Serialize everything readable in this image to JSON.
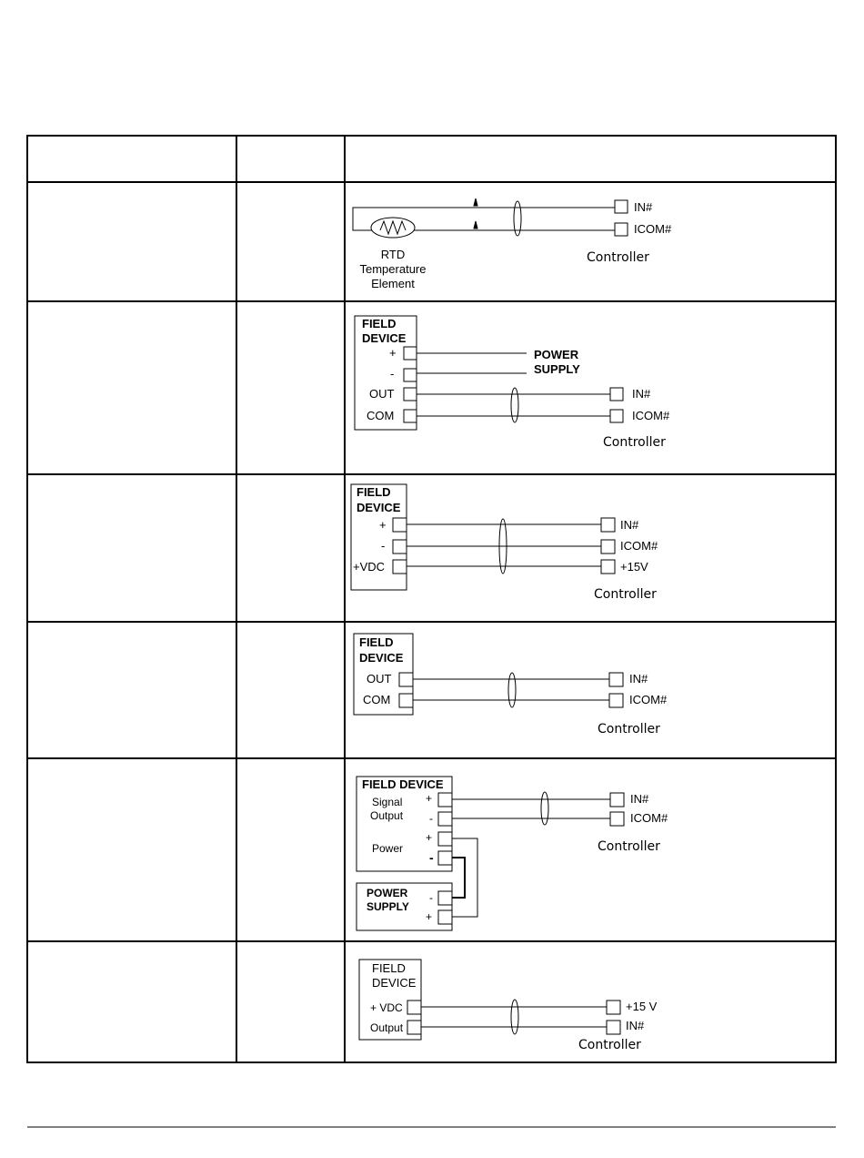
{
  "rows": [
    {
      "kind": "rtd",
      "rtd_label_1": "RTD",
      "rtd_label_2": "Temperature",
      "rtd_label_3": "Element",
      "terminal_in": "IN#",
      "terminal_icom": "ICOM#",
      "controller": "Controller"
    },
    {
      "kind": "four-wire",
      "device_title_1": "FIELD",
      "device_title_2": "DEVICE",
      "plus": "+",
      "minus": "-",
      "out": "OUT",
      "com": "COM",
      "power_1": "POWER",
      "power_2": "SUPPLY",
      "terminal_in": "IN#",
      "terminal_icom": "ICOM#",
      "controller": "Controller"
    },
    {
      "kind": "three-wire",
      "device_title_1": "FIELD",
      "device_title_2": "DEVICE",
      "plus": "+",
      "minus": "-",
      "vdc": "+VDC",
      "terminal_in": "IN#",
      "terminal_icom": "ICOM#",
      "terminal_15v": "+15V",
      "controller": "Controller"
    },
    {
      "kind": "two-wire",
      "device_title_1": "FIELD",
      "device_title_2": "DEVICE",
      "out": "OUT",
      "com": "COM",
      "terminal_in": "IN#",
      "terminal_icom": "ICOM#",
      "controller": "Controller"
    },
    {
      "kind": "ext-power",
      "device_title": "FIELD DEVICE",
      "signal_1": "Signal",
      "signal_2": "Output",
      "power_label": "Power",
      "plus": "+",
      "minus": "-",
      "supply_1": "POWER",
      "supply_2": "SUPPLY",
      "terminal_in": "IN#",
      "terminal_icom": "ICOM#",
      "controller": "Controller"
    },
    {
      "kind": "loop-powered",
      "device_title_1": "FIELD",
      "device_title_2": "DEVICE",
      "vdc": "+ VDC",
      "output": "Output",
      "terminal_15v": "+15 V",
      "terminal_in": "IN#",
      "controller": "Controller"
    }
  ]
}
